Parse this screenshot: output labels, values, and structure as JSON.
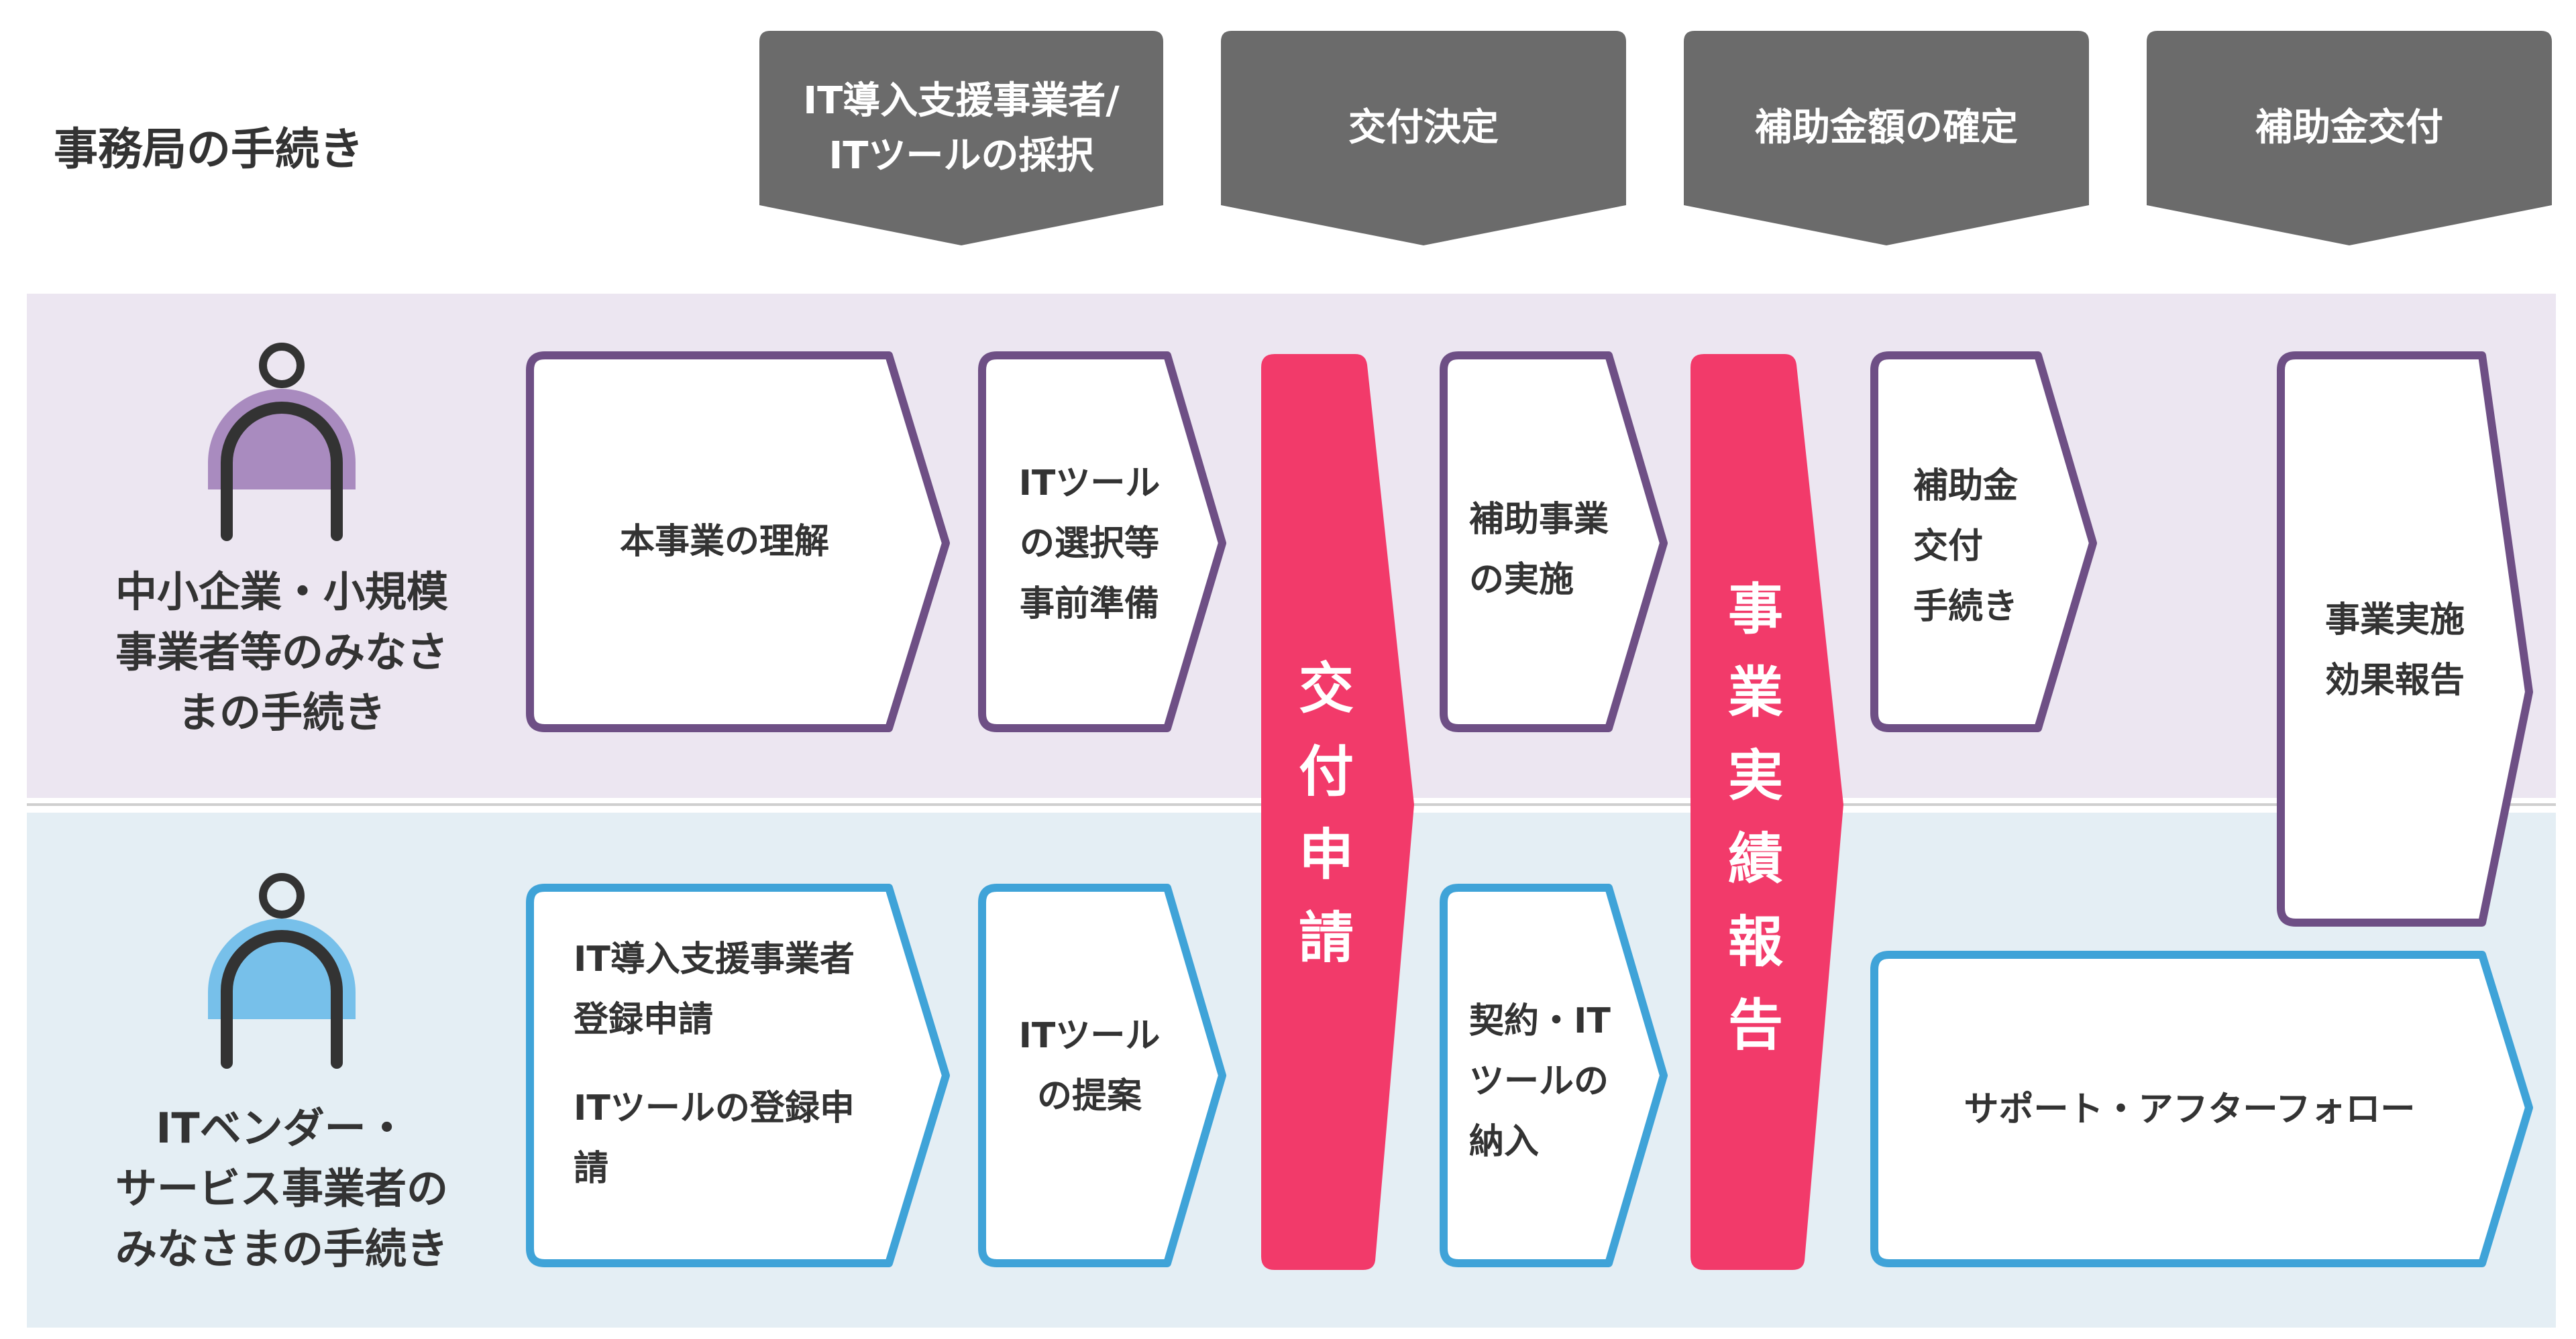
{
  "header": {
    "title": "事務局の手続き",
    "stages": [
      "IT導入支援事業者/\nITツールの採択",
      "交付決定",
      "補助金額の確定",
      "補助金交付"
    ]
  },
  "actors": {
    "sme": "中小企業・小規模\n事業者等のみなさ\nまの手続き",
    "vendor": "ITベンダー・\nサービス事業者の\nみなさまの手続き"
  },
  "sme_steps": {
    "understand": "本事業の理解",
    "prep": "ITツール\nの選択等\n事前準備",
    "implement": "補助事業\nの実施",
    "grant_proc": "補助金\n交付\n手続き",
    "effect_report": "事業実施\n効果報告"
  },
  "vendor_steps": {
    "register_line1": "IT導入支援事業者\n登録申請",
    "register_line2": "ITツールの登録申\n請",
    "proposal": "ITツール\nの提案",
    "contract": "契約・IT\nツールの\n納入",
    "support": "サポート・アフターフォロー"
  },
  "shared_steps": {
    "apply": "交\n付\n申\n請",
    "results": "事\n業\n実\n績\n報\n告"
  },
  "colors": {
    "stage_fill": "#6b6b6b",
    "sme_band": "#ece6f1",
    "vendor_band": "#e4eef4",
    "sme_stroke": "#6e4f85",
    "vendor_stroke": "#3fa3d8",
    "shared_fill": "#f23a6a",
    "sme_head": "#a98bbf",
    "vendor_head": "#77c0ea"
  }
}
